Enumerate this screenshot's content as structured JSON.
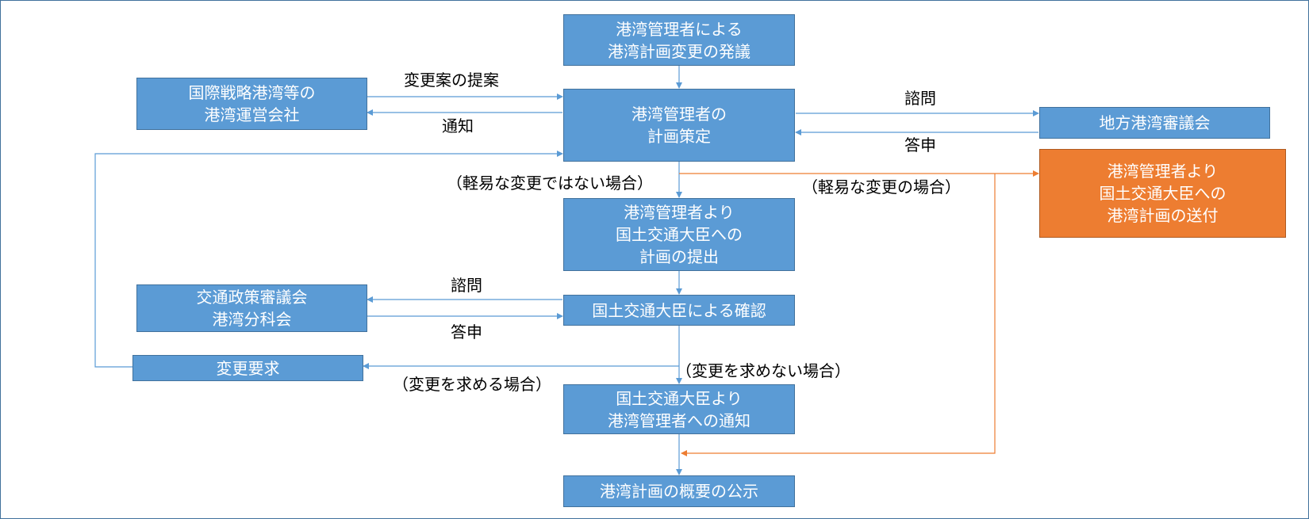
{
  "nodes": {
    "proposal_by_manager": "港湾管理者による\n港湾計画変更の発議",
    "operating_company": "国際戦略港湾等の\n港湾運営会社",
    "manager_planning": "港湾管理者の\n計画策定",
    "regional_council": "地方港湾審議会",
    "send_to_minister": "港湾管理者より\n国土交通大臣への\n港湾計画の送付",
    "submit_to_minister": "港湾管理者より\n国土交通大臣への\n計画の提出",
    "transport_council": "交通政策審議会\n港湾分科会",
    "minister_confirmation": "国土交通大臣による確認",
    "change_request": "変更要求",
    "minister_notice": "国土交通大臣より\n港湾管理者への通知",
    "publication": "港湾計画の概要の公示"
  },
  "edge_labels": {
    "change_proposal": "変更案の提案",
    "notice": "通知",
    "inquiry_regional": "諮問",
    "report_regional": "答申",
    "not_minor_change": "（軽易な変更ではない場合）",
    "minor_change": "（軽易な変更の場合）",
    "inquiry_transport": "諮問",
    "report_transport": "答申",
    "change_required": "（変更を求める場合）",
    "no_change_required": "（変更を求めない場合）"
  },
  "colors": {
    "box_fill": "#5b9bd5",
    "box_border": "#41719c",
    "highlight_fill": "#ed7d31",
    "arrow_blue": "#5b9bd5",
    "arrow_orange": "#ed7d31"
  }
}
